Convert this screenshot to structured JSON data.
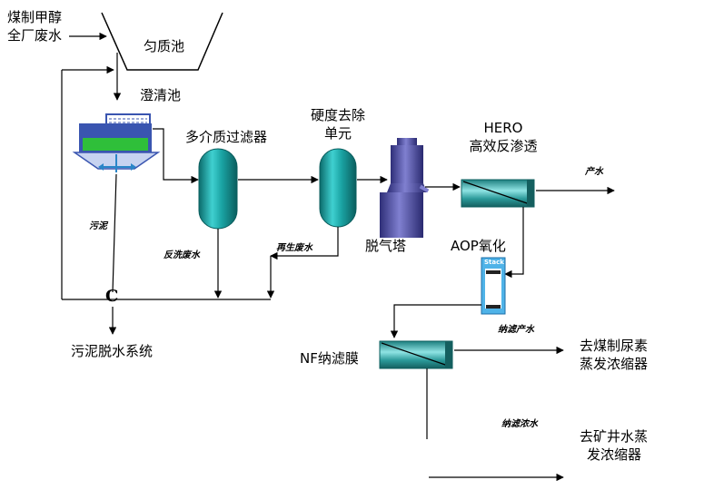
{
  "labels": {
    "source_line1": "煤制甲醇",
    "source_line2": "全厂废水",
    "equalization_tank": "匀质池",
    "clarifier": "澄清池",
    "multimedia_filter": "多介质过滤器",
    "hardness_removal_line1": "硬度去除",
    "hardness_removal_line2": "单元",
    "hero_line1": "HERO",
    "hero_line2": "高效反渗透",
    "degasser": "脱气塔",
    "aop": "AOP氧化",
    "nf": "NF纳滤膜",
    "product_water": "产水",
    "sludge": "污泥",
    "backwash_water": "反洗废水",
    "regen_water": "再生废水",
    "sludge_dewatering": "污泥脱水系统",
    "nf_permeate": "纳滤产水",
    "nf_concentrate": "纳滤浓水",
    "urea_evap_line1": "去煤制尿素",
    "urea_evap_line2": "蒸发浓缩器",
    "mine_evap_line1": "去矿井水蒸",
    "mine_evap_line2": "发浓缩器",
    "stack": "Stack",
    "junction": "C"
  },
  "colors": {
    "filter_teal": "#1aa3a3",
    "filter_dark": "#0b6b6b",
    "clarifier_blue": "#3a55b0",
    "clarifier_green": "#2fbf3a",
    "degasser_purple": "#5a5aa8",
    "membrane_teal": "#2b9a9a"
  }
}
